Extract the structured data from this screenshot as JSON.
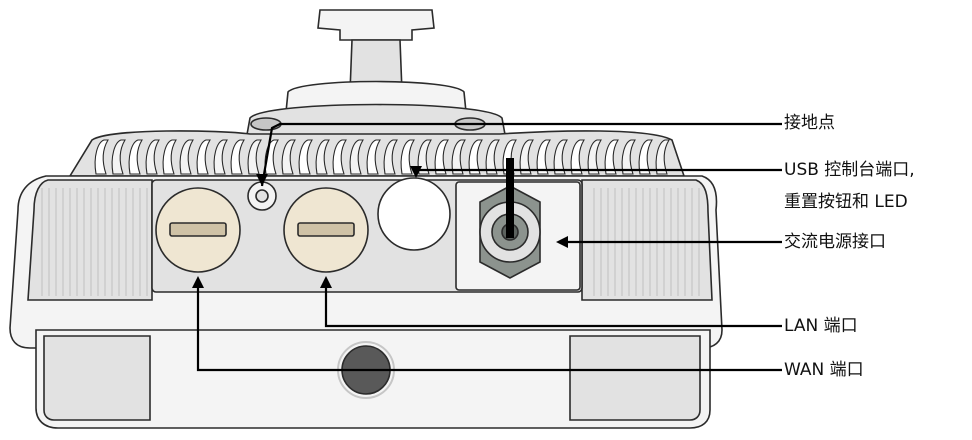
{
  "diagram": {
    "colors": {
      "body_light": "#f4f4f4",
      "body_mid": "#e2e2e2",
      "body_shadow": "#c6c6c6",
      "outline": "#2b2b2b",
      "port_cap": "#efe6d2",
      "port_slot": "#cfc2a6",
      "usb_cap": "#ffffff",
      "power_gray": "#8c938e",
      "power_dark": "#5c625e",
      "bottom_port": "#595959",
      "leader": "#000000"
    },
    "labels": {
      "ground": "接地点",
      "usb_line1": "USB 控制台端口,",
      "usb_line2": "重置按钮和 LED",
      "power": "交流电源接口",
      "lan": "LAN 端口",
      "wan": "WAN 端口"
    }
  }
}
